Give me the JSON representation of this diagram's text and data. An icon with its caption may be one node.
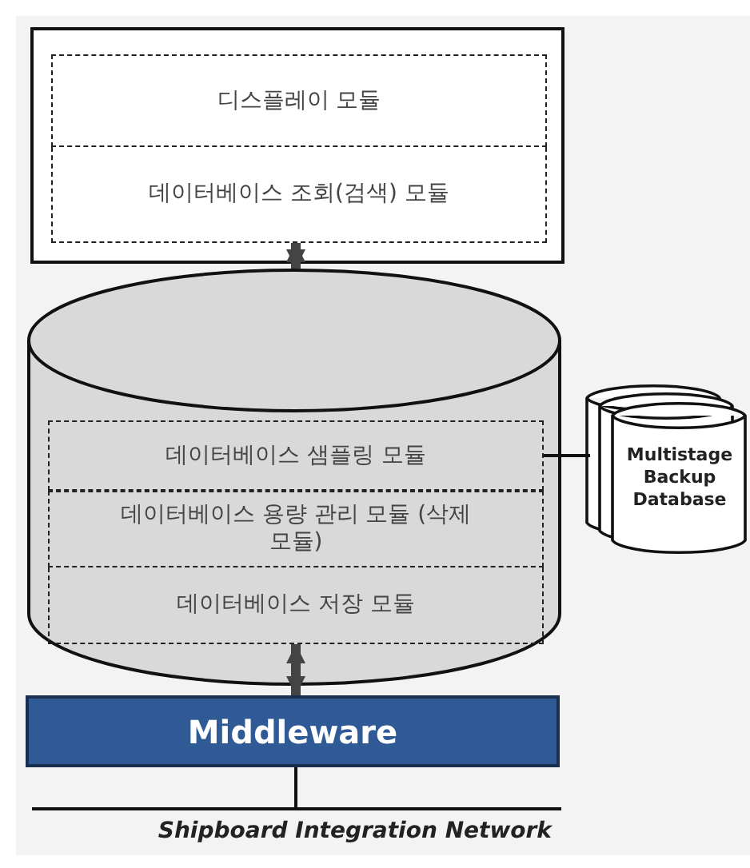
{
  "diagram": {
    "nodes": [
      {
        "text": [],
        "shape": "box"
      },
      {
        "text": [
          "디스플레이 모듈"
        ],
        "in": 0
      },
      {
        "text": [
          "데이터베이스 조회(검색) 모듈"
        ],
        "in": 0
      },
      {
        "text": [],
        "shape": "cylinder"
      },
      {
        "text": [
          "데이터베이스 샘플링 모듈"
        ],
        "in": 3
      },
      {
        "text": [
          "데이터베이스 용량 관리 모듈 (삭제 모듈)"
        ],
        "in": 3
      },
      {
        "text": [
          "데이터베이스 저장 모듈"
        ],
        "in": 3
      },
      {
        "text": [
          "Multistage Backup Database"
        ]
      },
      {
        "text": [
          "Middleware"
        ]
      },
      {
        "text": [
          "Shipboard Integration Network"
        ]
      }
    ],
    "edges": [
      {
        "from": 2,
        "to": 3,
        "arrow": "both",
        "style": "thick"
      },
      {
        "from": 4,
        "to": 7,
        "arrow": "none"
      },
      {
        "from": 6,
        "to": 8,
        "arrow": "both",
        "style": "thick"
      },
      {
        "from": 8,
        "to": 9,
        "arrow": "none"
      }
    ]
  }
}
